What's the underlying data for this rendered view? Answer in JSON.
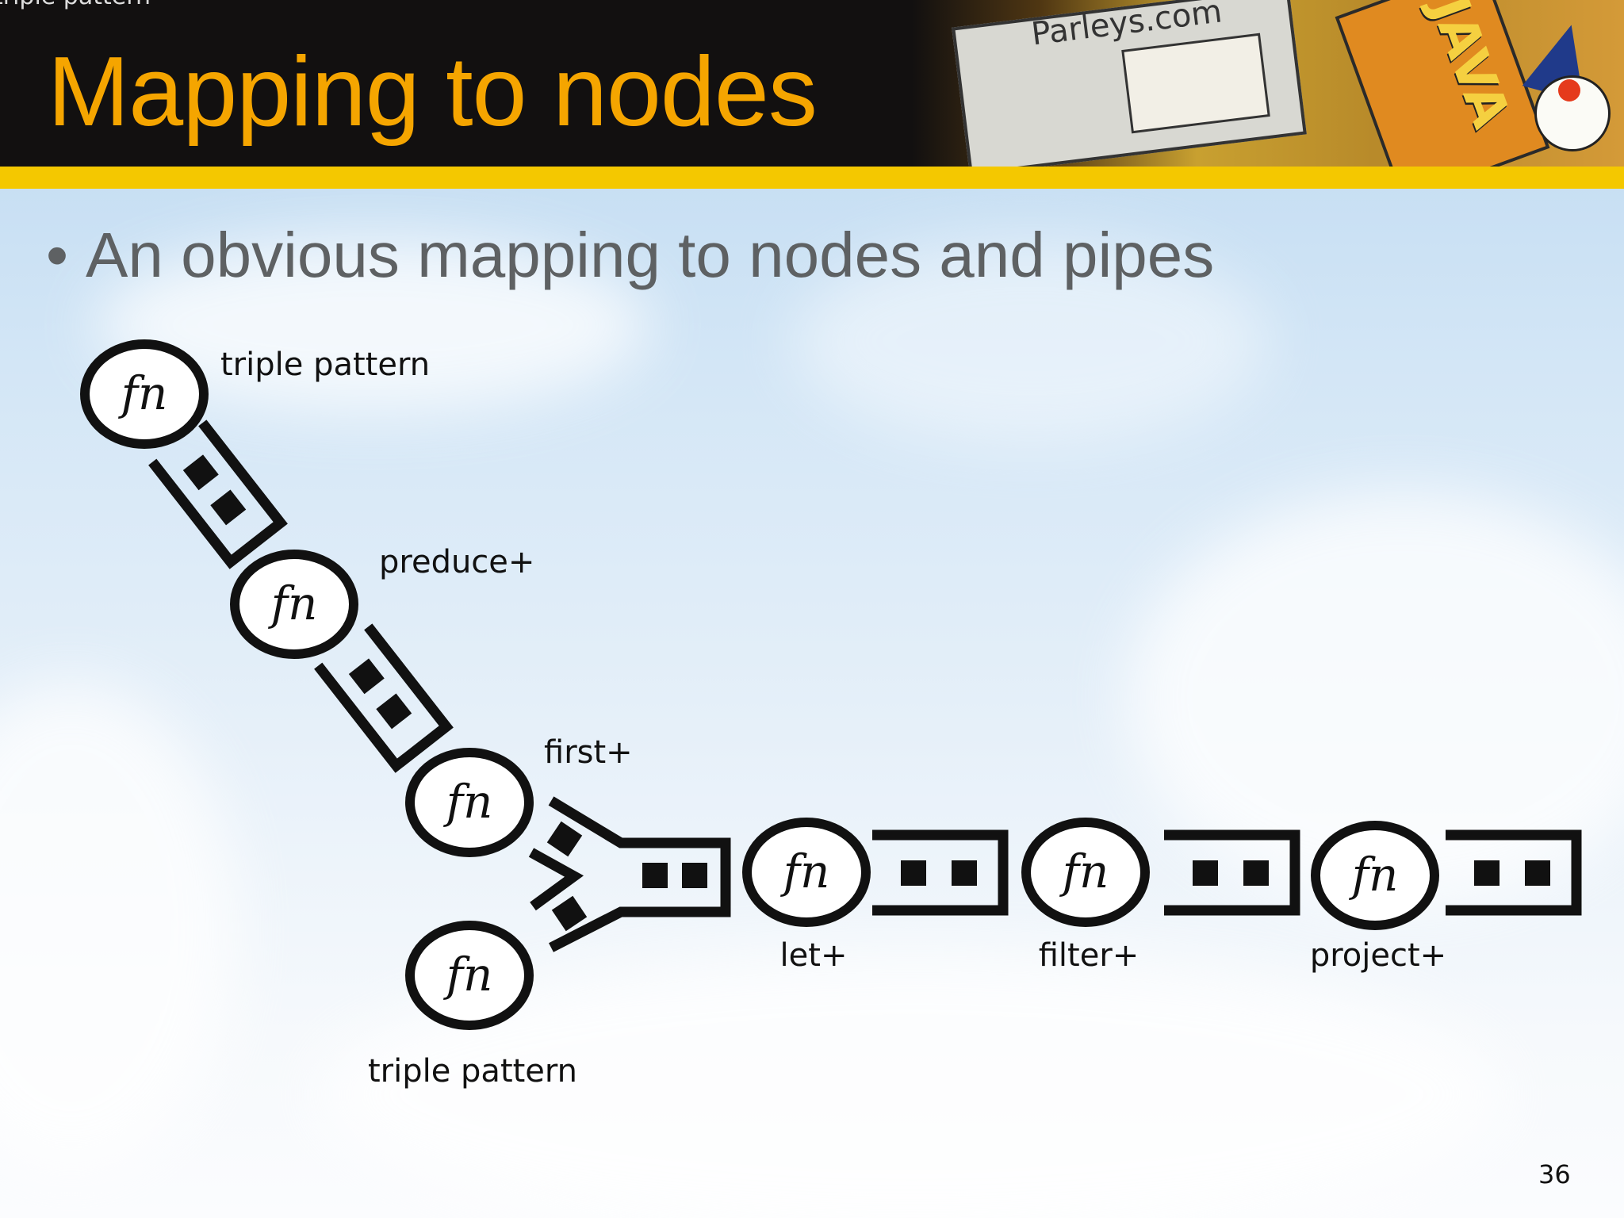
{
  "slide": {
    "title": "Mapping to nodes",
    "bullet": "An obvious mapping to nodes and pipes",
    "bullet_symbol": "•",
    "page_number": "36",
    "corner_fragment": "triple pattern"
  },
  "header_art": {
    "board_text": "Parleys.com",
    "sign_text": "JAVA"
  },
  "diagram": {
    "node_symbol": "fn",
    "labels": {
      "node1": "triple pattern",
      "node2": "preduce+",
      "node3": "first+",
      "node4": "triple pattern",
      "node5": "let+",
      "node6": "filter+",
      "node7": "project+"
    }
  },
  "colors": {
    "title": "#f5a500",
    "header_bg": "#121010",
    "gold_bar": "#f4c800",
    "bullet_text": "#5e6163",
    "ink": "#111111"
  }
}
